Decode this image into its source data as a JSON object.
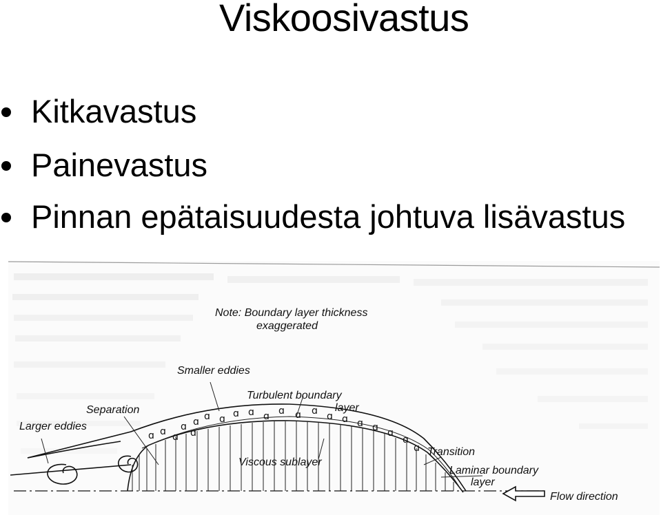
{
  "title": "Viskoosivastus",
  "bullets": [
    "Kitkavastus",
    "Painevastus",
    "Pinnan epätaisuudesta johtuva lisävastus"
  ],
  "figure": {
    "note_line1": "Note: Boundary layer thickness",
    "note_line2": "exaggerated",
    "smaller_eddies": "Smaller eddies",
    "turbulent_line1": "Turbulent boundary",
    "turbulent_line2": "layer",
    "separation": "Separation",
    "larger_eddies": "Larger eddies",
    "viscous_sublayer": "Viscous sublayer",
    "transition": "Transition",
    "laminar_line1": "Laminar boundary",
    "laminar_line2": "layer",
    "flow_direction": "Flow direction"
  }
}
